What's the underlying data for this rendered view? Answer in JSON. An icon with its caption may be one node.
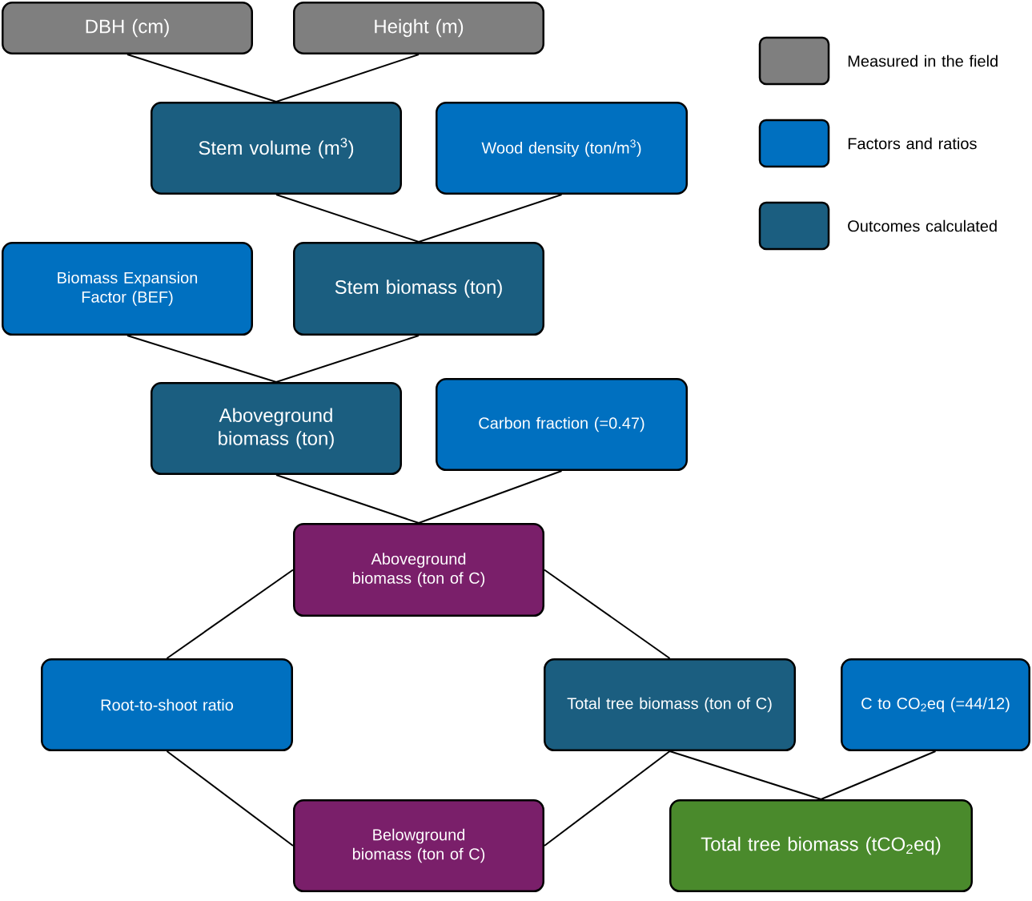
{
  "diagram": {
    "nodes": [
      {
        "text": [
          "DBH (cm)"
        ]
      },
      {
        "text": [
          "Height (m)"
        ]
      },
      {
        "text": [
          "Stem volume (m$^{3}$)"
        ]
      },
      {
        "text": [
          "Wood density (ton/m$^{3}$)"
        ]
      },
      {
        "text": [
          "Biomass Expansion Factor (BEF)"
        ]
      },
      {
        "text": [
          "Stem biomass (ton)"
        ]
      },
      {
        "text": [
          "Aboveground biomass (ton)"
        ]
      },
      {
        "text": [
          "Carbon fraction (=0.47)"
        ]
      },
      {
        "text": [
          "Aboveground biomass (ton of C)"
        ]
      },
      {
        "text": [
          "Root-to-shoot ratio"
        ]
      },
      {
        "text": [
          "Total tree biomass (ton of C)"
        ]
      },
      {
        "text": [
          "C to CO$_{2}$eq (=44/12)"
        ]
      },
      {
        "text": [
          "Belowground biomass (ton of C)"
        ]
      },
      {
        "text": [
          "Total tree biomass (tCO$_{2}$eq)"
        ]
      }
    ],
    "edges": [
      {
        "from": 0,
        "to": 2,
        "arrow": "none"
      },
      {
        "from": 1,
        "to": 2,
        "arrow": "none"
      },
      {
        "from": 2,
        "to": 5,
        "arrow": "none"
      },
      {
        "from": 3,
        "to": 5,
        "arrow": "none"
      },
      {
        "from": 4,
        "to": 6,
        "arrow": "none"
      },
      {
        "from": 5,
        "to": 6,
        "arrow": "none"
      },
      {
        "from": 6,
        "to": 8,
        "arrow": "none"
      },
      {
        "from": 7,
        "to": 8,
        "arrow": "none"
      },
      {
        "from": 8,
        "to": 9,
        "arrow": "none"
      },
      {
        "from": 8,
        "to": 10,
        "arrow": "none"
      },
      {
        "from": 9,
        "to": 12,
        "arrow": "none"
      },
      {
        "from": 10,
        "to": 12,
        "arrow": "none"
      },
      {
        "from": 10,
        "to": 13,
        "arrow": "none"
      },
      {
        "from": 11,
        "to": 13,
        "arrow": "none"
      }
    ],
    "legend": [
      {
        "text": "Measured in the field",
        "color": "#7f7f7f"
      },
      {
        "text": "Factors and ratios",
        "color": "#0070c0"
      },
      {
        "text": "Outcomes calculated",
        "color": "#1b5e80"
      }
    ]
  }
}
